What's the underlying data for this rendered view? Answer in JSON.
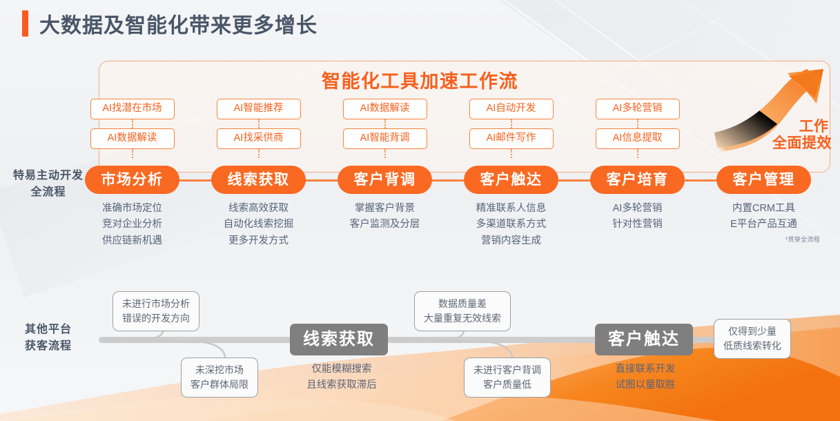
{
  "header": {
    "title": "大数据及智能化带来更多增长",
    "accent_color": "#fa5a1e",
    "title_color": "#4a5668"
  },
  "ai_section": {
    "headline": "智能化工具加速工作流",
    "headline_color": "#f7601d",
    "border_color": "#f7a983",
    "uplift_line1": "工作",
    "uplift_line2": "全面提效",
    "arrow_icon": "growth-arrow-up-icon"
  },
  "row_labels": {
    "top": "特易主动开发\n全流程",
    "top_line1": "特易主动开发",
    "top_line2": "全流程",
    "bottom_line1": "其他平台",
    "bottom_line2": "获客流程"
  },
  "top_flow": {
    "pill_color": "#f96922",
    "ai_box_color": "#f7601d",
    "steps": [
      {
        "pill": "市场分析",
        "ai_tools": [
          "AI找潜在市场",
          "AI数据解读"
        ],
        "desc": [
          "准确市场定位",
          "竞对企业分析",
          "供应链新机遇"
        ],
        "note": ""
      },
      {
        "pill": "线索获取",
        "ai_tools": [
          "AI智能推荐",
          "AI找采供商"
        ],
        "desc": [
          "线索高效获取",
          "自动化线索挖掘",
          "更多开发方式"
        ],
        "note": ""
      },
      {
        "pill": "客户背调",
        "ai_tools": [
          "AI数据解读",
          "AI智能背调"
        ],
        "desc": [
          "掌握客户背景",
          "客户监测及分层"
        ],
        "note": ""
      },
      {
        "pill": "客户触达",
        "ai_tools": [
          "AI自动开发",
          "AI邮件写作"
        ],
        "desc": [
          "精准联系人信息",
          "多渠道联系方式",
          "营销内容生成"
        ],
        "note": ""
      },
      {
        "pill": "客户培育",
        "ai_tools": [
          "AI多轮营销",
          "AI信息提取"
        ],
        "desc": [
          "AI多轮营销",
          "针对性营销"
        ],
        "note": ""
      },
      {
        "pill": "客户管理",
        "ai_tools": [],
        "desc": [
          "内置CRM工具",
          "E平台产品互通"
        ],
        "note": "*贯穿全流程"
      }
    ]
  },
  "bottom_flow": {
    "pill_color": "#7f7f7f",
    "line_color": "#cdcdcd",
    "pills": [
      {
        "label": "线索获取",
        "desc": [
          "仅能模糊搜索",
          "且线索获取滞后"
        ]
      },
      {
        "label": "客户触达",
        "desc": [
          "直接联系开发",
          "试图以量取胜"
        ]
      }
    ],
    "callouts": [
      {
        "lines": [
          "未进行市场分析",
          "错误的开发方向"
        ]
      },
      {
        "lines": [
          "未深挖市场",
          "客户群体局限"
        ]
      },
      {
        "lines": [
          "数据质量差",
          "大量重复无效线索"
        ]
      },
      {
        "lines": [
          "未进行客户背调",
          "客户质量低"
        ]
      },
      {
        "lines": [
          "仅得到少量",
          "低质线索转化"
        ]
      }
    ]
  }
}
